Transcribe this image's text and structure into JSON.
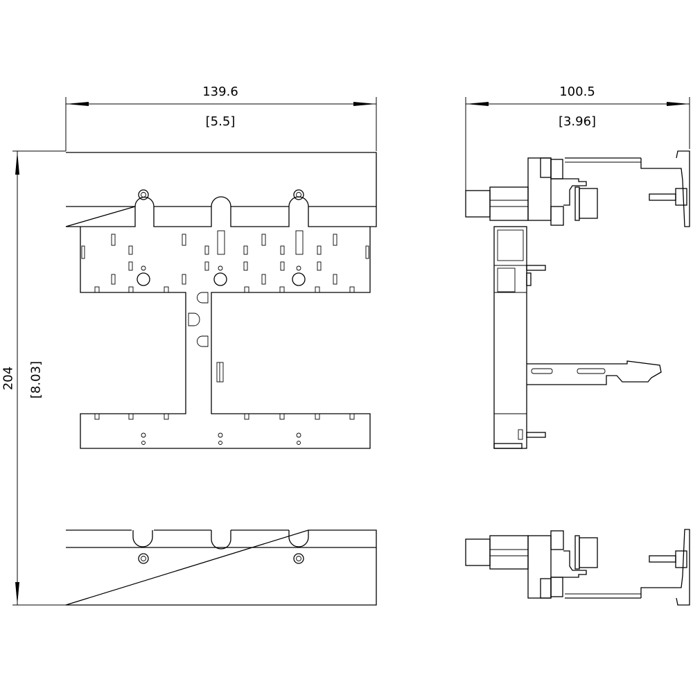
{
  "dimensions": {
    "front_width_mm": "139.6",
    "front_width_in": "[5.5]",
    "side_width_mm": "100.5",
    "side_width_in": "[3.96]",
    "height_mm": "204",
    "height_in": "[8.03]"
  }
}
